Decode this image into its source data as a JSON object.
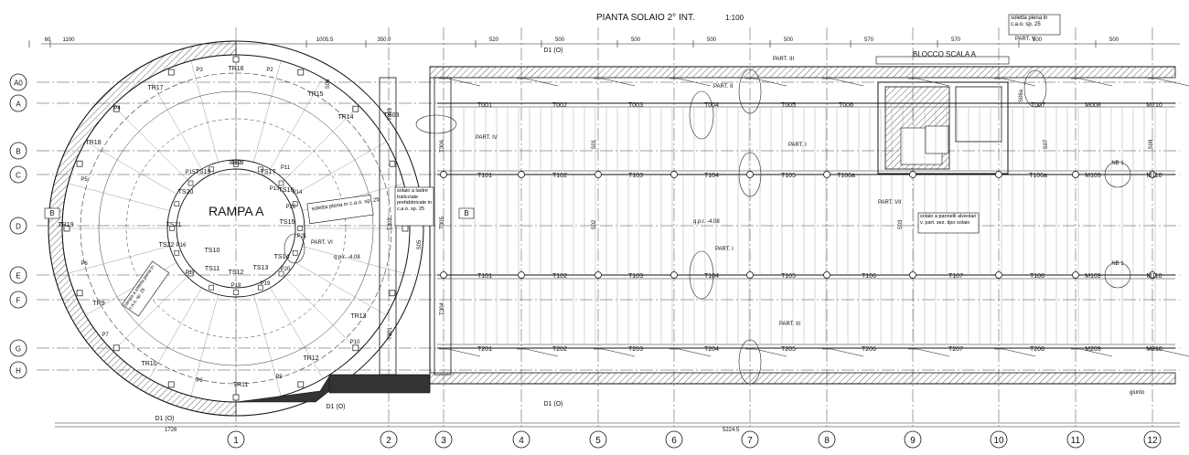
{
  "title": "PIANTA SOLAIO 2° INT.",
  "scale": "1:100",
  "grid_columns": [
    "1",
    "2",
    "3",
    "4",
    "5",
    "6",
    "7",
    "8",
    "9",
    "10",
    "11",
    "12"
  ],
  "grid_rows": [
    "A0",
    "A",
    "B",
    "C",
    "D",
    "E",
    "F",
    "G",
    "H"
  ],
  "top_dims": [
    "60",
    "1100",
    "1005.5",
    "350.0",
    "520",
    "500",
    "500",
    "500",
    "500",
    "570",
    "570",
    "500",
    "500"
  ],
  "bottom_dims": [
    "1726",
    "5224.5"
  ],
  "ramp_label": "RAMPA A",
  "block_label": "BLOCCO SCALA A",
  "notes": {
    "soletta_ramp": "soletta piena in c.a.o. sp. 25",
    "solaio_lastre": "solaio a lastre tralicciate prefabbricate in c.a.o. sp. 25",
    "soletta_top": "soletta piena in c.a.o. sp. 25",
    "pannelli": "solaio a pannelli alveolari v. part. sez. tipo solaio",
    "rampa_soletta": "rampa a soletta piena in c.a.o. sp. 25",
    "qpr1": "q.p.r. -4.08",
    "qpr2": "q.p.r. -4.08",
    "giunto": "giunto"
  },
  "parts": [
    "PART. III",
    "PART. II",
    "PART. IV",
    "PART. I",
    "PART. VI",
    "PART. I",
    "PART. III",
    "PART. V",
    "PART. VII"
  ],
  "beams_T0": [
    "T001",
    "T002",
    "T003",
    "T004",
    "T005",
    "T006",
    "T007",
    "M008",
    "M210"
  ],
  "beams_T1": [
    "T101",
    "T102",
    "T103",
    "T104",
    "T105",
    "T106a",
    "T106a",
    "M109",
    "M110"
  ],
  "beams_Tm": [
    "T101",
    "T102",
    "T103",
    "T104",
    "T105",
    "T106",
    "T107",
    "T108",
    "M109",
    "M110"
  ],
  "beams_T2": [
    "T201",
    "T202",
    "T203",
    "T204",
    "T205",
    "T206",
    "T207",
    "T208",
    "M209",
    "M210"
  ],
  "ring_TR": [
    "TR16",
    "TR17",
    "TR15",
    "TR14",
    "TR18",
    "TR19",
    "TR9",
    "TR10",
    "TR11",
    "TR12",
    "TR13",
    "TS03"
  ],
  "inner_TS": [
    "TS18",
    "TS17",
    "TS19",
    "TS16",
    "TS20",
    "TS15",
    "TS21",
    "TS22",
    "TS10",
    "TS11",
    "TS12",
    "TS13",
    "TS14"
  ],
  "pillars": [
    "P3",
    "P2",
    "P4",
    "P5",
    "P6",
    "P7",
    "P8",
    "P9",
    "P10",
    "P11",
    "P12",
    "P13",
    "P14",
    "P15",
    "P16",
    "P17",
    "P18",
    "P19",
    "P20",
    "P21",
    "P22"
  ],
  "column_ids": [
    "T303",
    "T302",
    "T301",
    "T306",
    "T305",
    "T304",
    "S01",
    "S02",
    "S06",
    "S05",
    "S03",
    "S06a",
    "S07",
    "S08"
  ],
  "section_marks": [
    "D1 (O)",
    "D1 (O)",
    "D1 (O)",
    "D1 (O)"
  ],
  "nb_marks": [
    "NB 1",
    "NB 1"
  ],
  "side_marks": [
    "B",
    "B"
  ]
}
